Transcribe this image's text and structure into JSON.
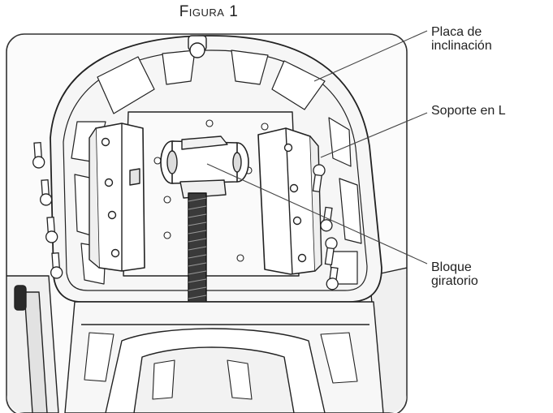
{
  "figure_title": "Figura 1",
  "callouts": {
    "placa": "Placa de\ninclinación",
    "soporte": "Soporte en L",
    "bloque": "Bloque\ngiratorio"
  }
}
